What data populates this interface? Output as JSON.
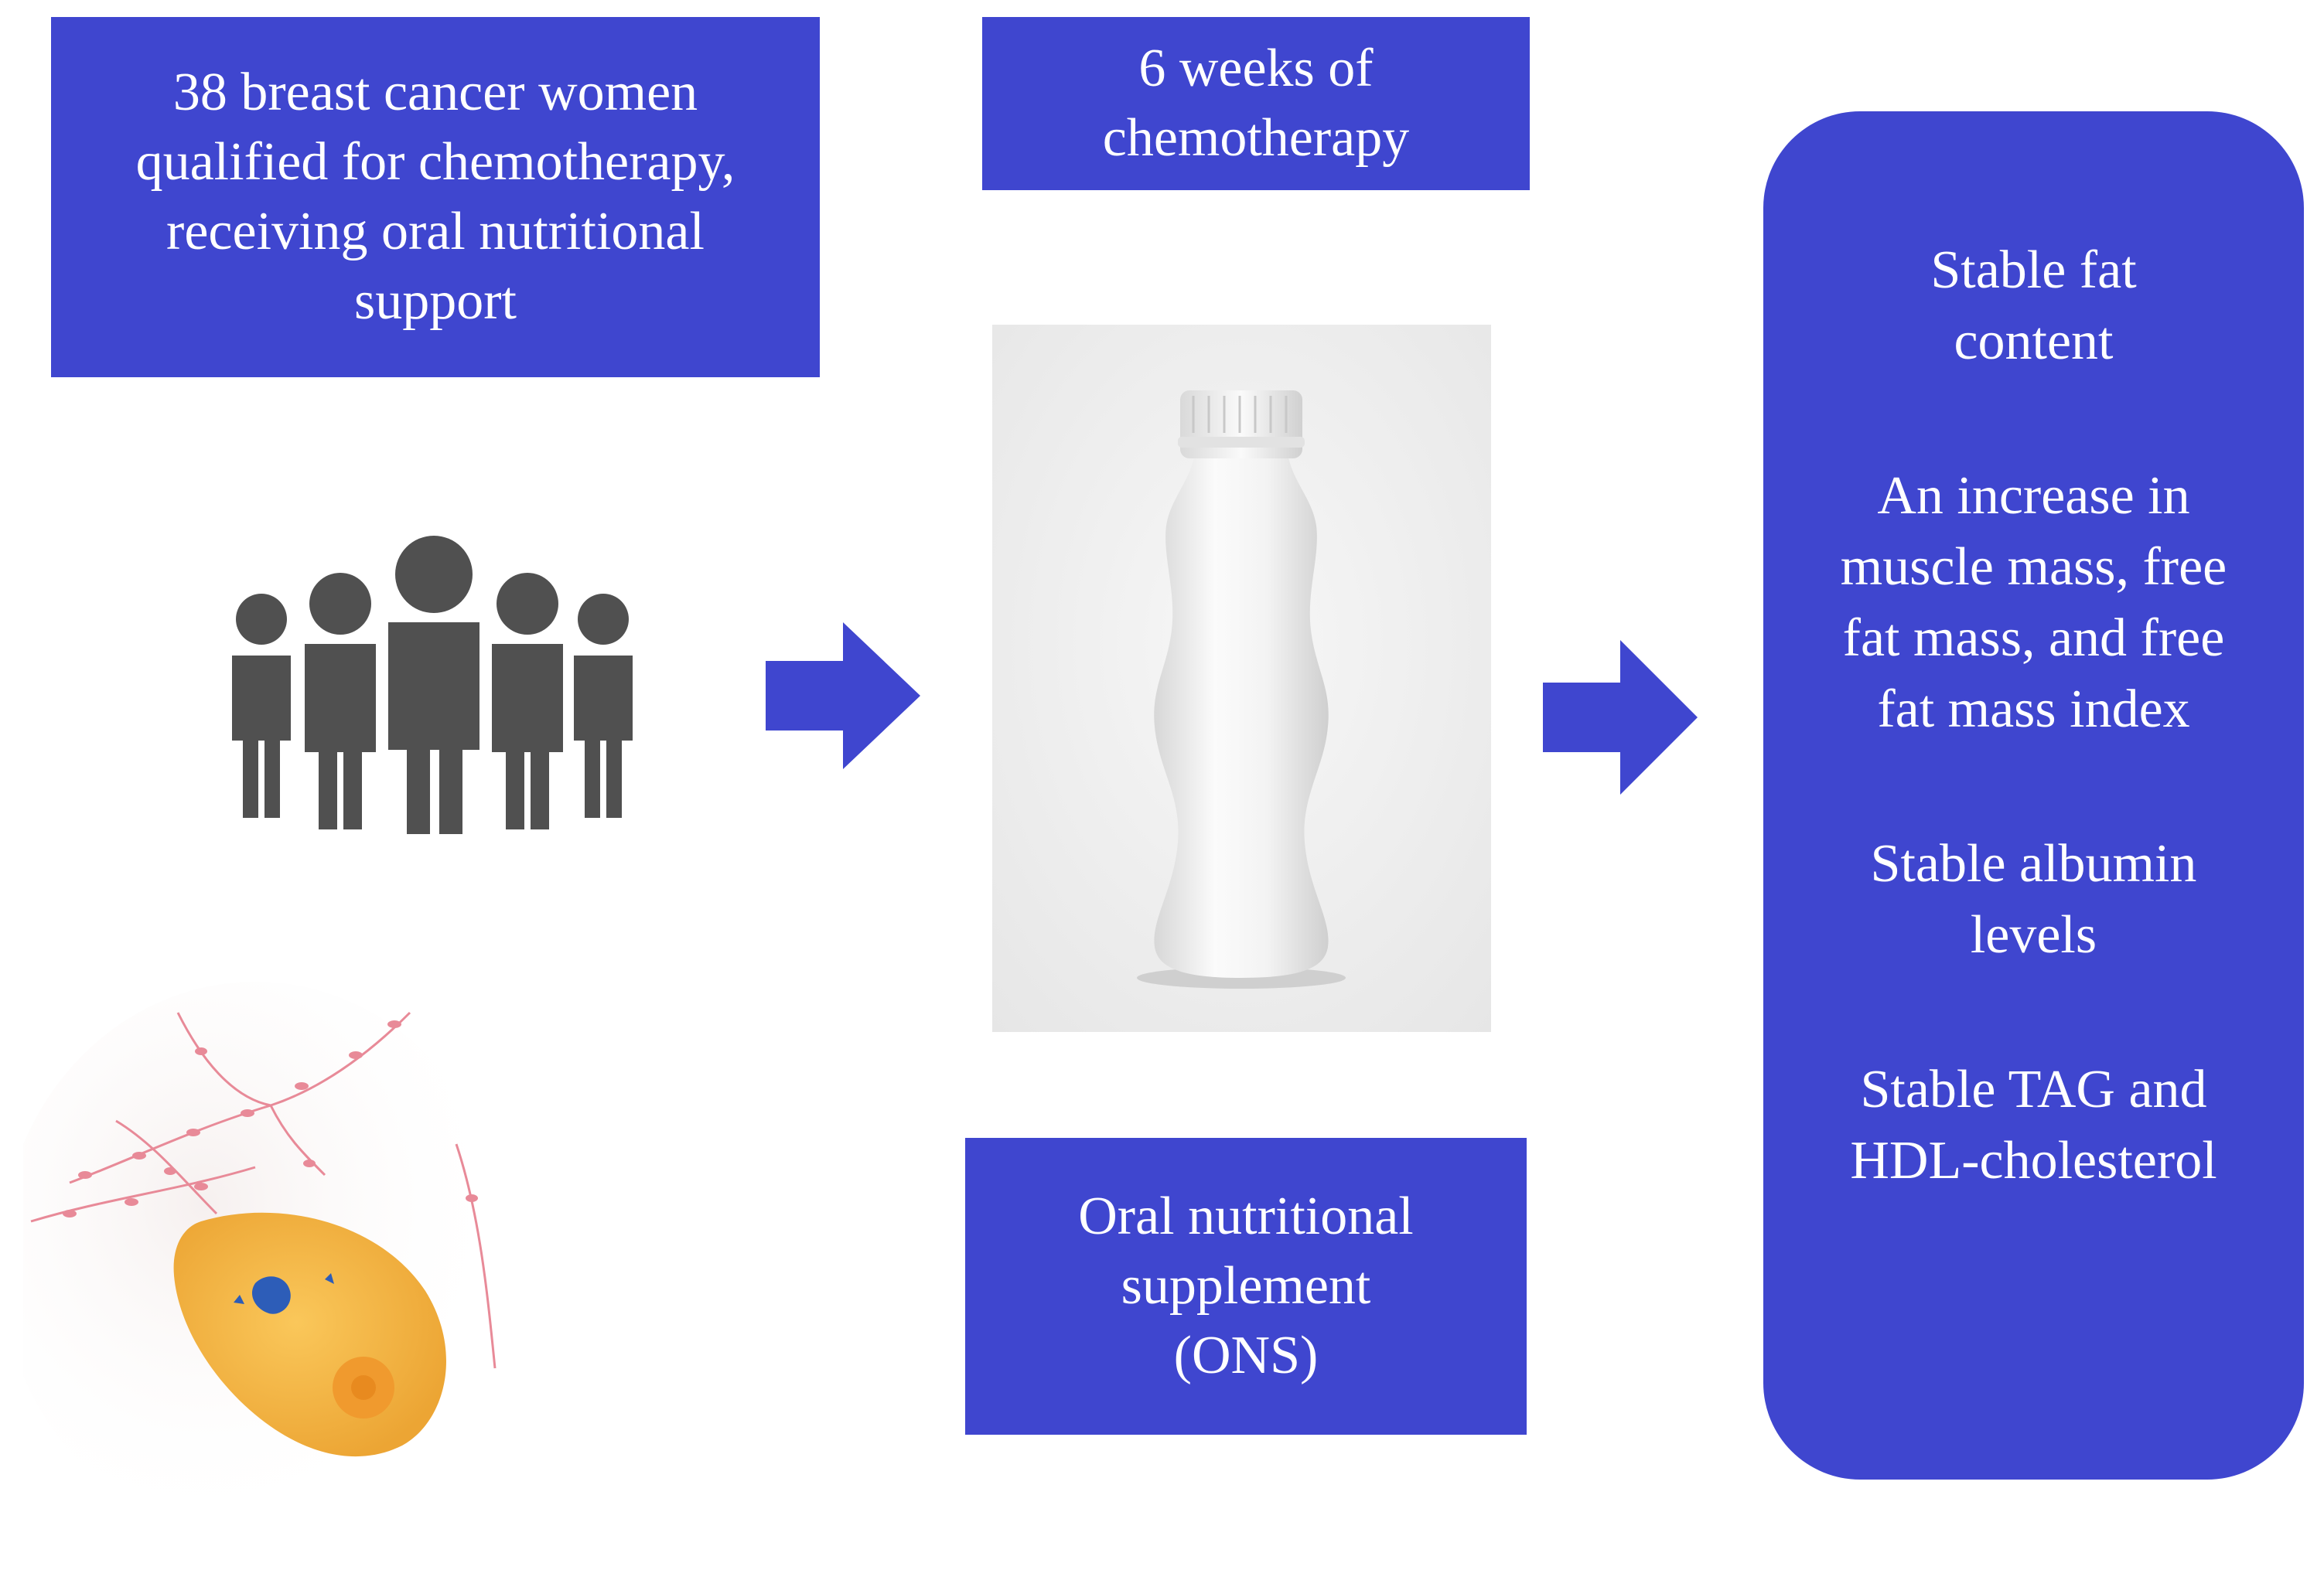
{
  "diagram": {
    "participants_text": "38 breast cancer women\nqualified for chemotherapy,\nreceiving oral nutritional\nsupport",
    "duration_text": "6 weeks of\nchemotherapy",
    "supplement_text": "Oral nutritional\nsupplement\n(ONS)",
    "results": [
      "Stable fat\ncontent",
      "An increase in\nmuscle mass, free\nfat mass, and free\nfat mass index",
      "Stable albumin\nlevels",
      "Stable TAG and\nHDL-cholesterol"
    ]
  },
  "icons": [
    "people-group-icon",
    "bottle-image",
    "breast-illustration",
    "arrow-right-icon"
  ],
  "colors": {
    "box_fill": "#3f46cf",
    "box_text": "#ffffff",
    "people_icon": "#505050",
    "breast_fill": "#f6b73c",
    "tumor_spot": "#2d5db8",
    "vessels": "#e88a98"
  }
}
